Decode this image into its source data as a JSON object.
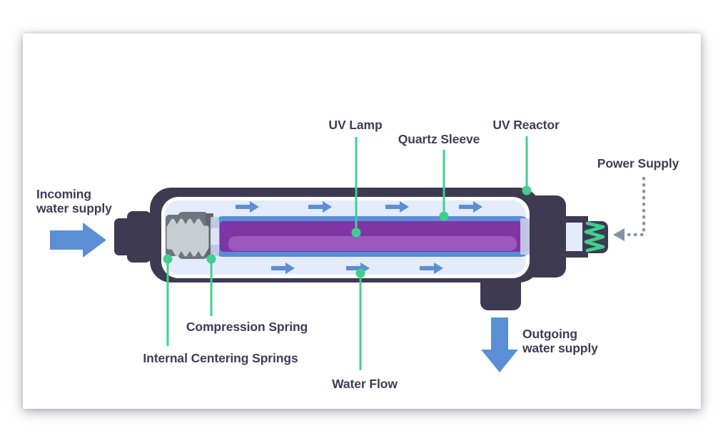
{
  "diagram": {
    "labels": {
      "incoming_supply": "Incoming\nwater supply",
      "uv_lamp": "UV Lamp",
      "quartz_sleeve": "Quartz Sleeve",
      "uv_reactor": "UV Reactor",
      "power_supply": "Power Supply",
      "compression_spring": "Compression Spring",
      "internal_centering_springs": "Internal Centering Springs",
      "water_flow": "Water Flow",
      "outgoing_supply": "Outgoing\nwater supply"
    },
    "colors": {
      "reactor_body": "#3e3a52",
      "chamber_border": "#ffffff",
      "water_chamber": "#e4ebfb",
      "quartz_sleeve": "#5a8ed6",
      "uv_lamp": "#8135a5",
      "uv_lamp_highlight": "#9c59bd",
      "flow_arrow": "#5b8fd5",
      "spring_dark": "#6e757f",
      "spring_shadow": "#5f6670",
      "spring_light": "#c8ccd3",
      "lamp_cap": "#c9cde6",
      "leader_line": "#3fd08f",
      "power_dotted": "#8793a3",
      "label_text": "#3f3c56"
    }
  }
}
